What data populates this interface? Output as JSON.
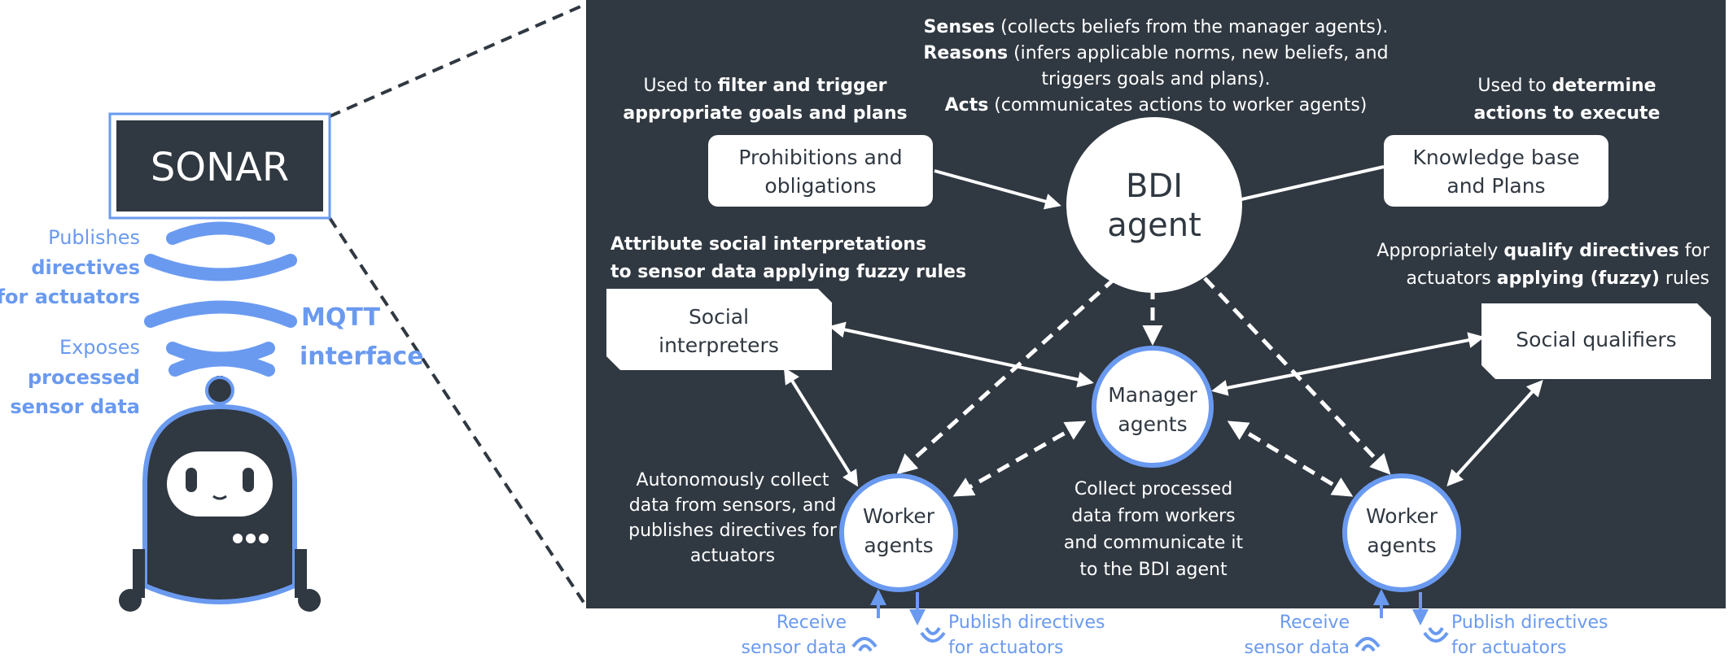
{
  "colors": {
    "panel": "#303841",
    "blue": "#6a9af0",
    "white": "#ffffff",
    "robot_body": "#303841"
  },
  "sonar": {
    "label": "SONAR"
  },
  "robot": {
    "publishes": [
      "Publishes",
      "directives",
      "for actuators"
    ],
    "exposes": [
      "Exposes",
      "processed",
      "sensor data"
    ],
    "mqtt": [
      "MQTT",
      "interface"
    ]
  },
  "panel": {
    "bdi_description": {
      "line1_bold": "Senses",
      "line1_rest": " (collects beliefs from the manager agents).",
      "line2_bold": "Reasons",
      "line2_rest": " (infers applicable norms, new beliefs, and",
      "line3": "triggers goals and plans).",
      "line4_bold": "Acts",
      "line4_rest": " (communicates actions to worker agents)"
    },
    "norms_note": {
      "line1_plain": "Used to ",
      "line1_bold": "filter and trigger",
      "line2_bold": "appropriate goals and plans"
    },
    "kb_note": {
      "line1_plain": "Used to ",
      "line1_bold": "determine",
      "line2_bold": "actions to execute"
    },
    "interp_note": {
      "line1": "Attribute social interpretations",
      "line2": "to sensor data applying fuzzy rules"
    },
    "qual_note": {
      "line1_plain": "Appropriately ",
      "line1_bold": "qualify directives",
      "line1_end": " for",
      "line2_plain": "actuators ",
      "line2_bold": "applying (fuzzy)",
      "line2_end": " rules"
    },
    "worker_left_note": [
      "Autonomously collect",
      "data from sensors, and",
      "publishes directives for",
      "actuators"
    ],
    "manager_note": [
      "Collect processed",
      "data from workers",
      "and communicate it",
      "to the BDI agent"
    ]
  },
  "nodes": {
    "bdi": [
      "BDI",
      "agent"
    ],
    "prohibitions": [
      "Prohibitions and",
      "obligations"
    ],
    "knowledge": [
      "Knowledge base",
      "and Plans"
    ],
    "interpreters": [
      "Social",
      "interpreters"
    ],
    "qualifiers": [
      "Social qualifiers"
    ],
    "manager": [
      "Manager",
      "agents"
    ],
    "worker_left": [
      "Worker",
      "agents"
    ],
    "worker_right": [
      "Worker",
      "agents"
    ]
  },
  "io": {
    "left_receive": [
      "Receive",
      "sensor data"
    ],
    "left_publish": [
      "Publish directives",
      "for actuators"
    ],
    "right_receive": [
      "Receive",
      "sensor data"
    ],
    "right_publish": [
      "Publish directives",
      "for actuators"
    ]
  }
}
